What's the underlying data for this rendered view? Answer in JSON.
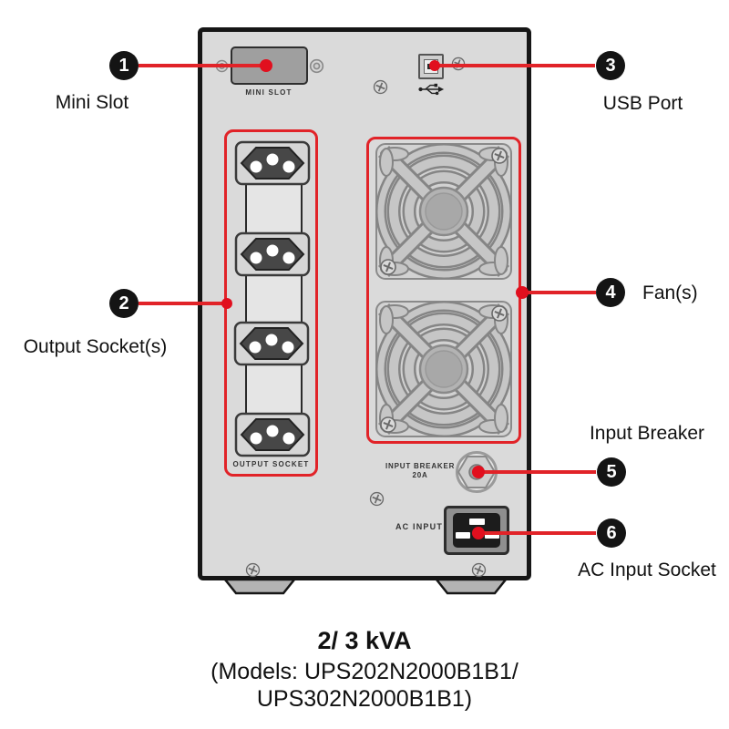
{
  "colors": {
    "annotation_red": "#e12328",
    "badge_black": "#141414",
    "panel_gray": "#dadada"
  },
  "panel": {
    "mini_slot_label": "MINI SLOT",
    "output_socket_label": "OUTPUT SOCKET",
    "input_breaker_label_line1": "INPUT BREAKER",
    "input_breaker_label_line2": "20A",
    "ac_input_label": "AC INPUT"
  },
  "callouts": [
    {
      "number": "1",
      "label": "Mini Slot"
    },
    {
      "number": "2",
      "label": "Output Socket(s)"
    },
    {
      "number": "3",
      "label": "USB Port"
    },
    {
      "number": "4",
      "label": "Fan(s)"
    },
    {
      "number": "5",
      "label": "Input Breaker"
    },
    {
      "number": "6",
      "label": "AC Input Socket"
    }
  ],
  "caption": {
    "line1": "2/ 3 kVA",
    "line2": "(Models: UPS202N2000B1B1/",
    "line3": "UPS302N2000B1B1)"
  }
}
